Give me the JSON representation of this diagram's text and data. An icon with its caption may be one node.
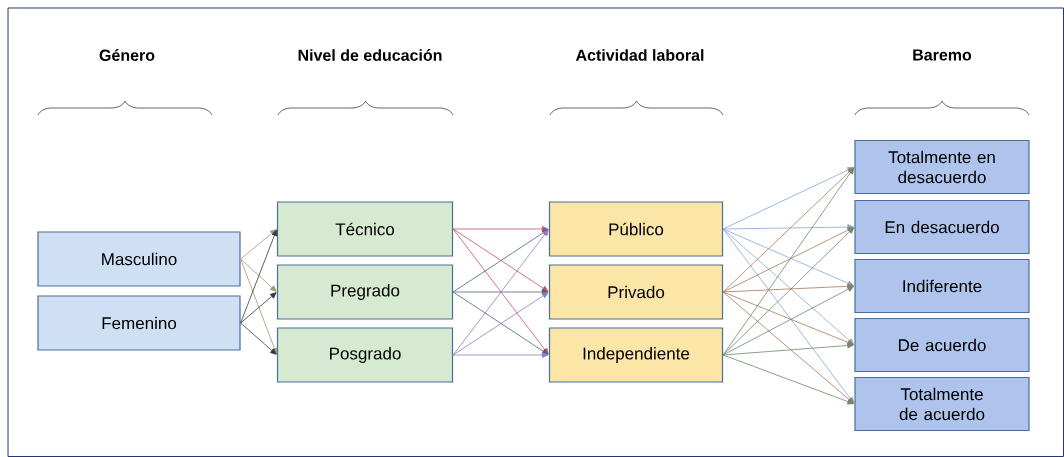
{
  "diagram": {
    "nodes": [
      {
        "text": [
          "Masculino"
        ]
      },
      {
        "text": [
          "Femenino"
        ]
      },
      {
        "text": [
          "Técnico"
        ]
      },
      {
        "text": [
          "Pregrado"
        ]
      },
      {
        "text": [
          "Posgrado"
        ]
      },
      {
        "text": [
          "Público"
        ]
      },
      {
        "text": [
          "Privado"
        ]
      },
      {
        "text": [
          "Independiente"
        ]
      },
      {
        "text": [
          "Totalmente en desacuerdo"
        ]
      },
      {
        "text": [
          "En desacuerdo"
        ]
      },
      {
        "text": [
          "Indiferente"
        ]
      },
      {
        "text": [
          "De acuerdo"
        ]
      },
      {
        "text": [
          "Totalmente de acuerdo"
        ]
      }
    ],
    "edges": [
      {
        "from": 0,
        "to": 2,
        "arrow": "to",
        "color": "#a09a6a"
      },
      {
        "from": 0,
        "to": 3,
        "arrow": "to",
        "color": "#a09a6a"
      },
      {
        "from": 0,
        "to": 4,
        "arrow": "to",
        "color": "#a09a6a"
      },
      {
        "from": 1,
        "to": 2,
        "arrow": "to",
        "color": "#34384a"
      },
      {
        "from": 1,
        "to": 3,
        "arrow": "to",
        "color": "#34384a"
      },
      {
        "from": 1,
        "to": 4,
        "arrow": "to",
        "color": "#34384a"
      },
      {
        "from": 2,
        "to": 5,
        "arrow": "to",
        "color": "#c8506a"
      },
      {
        "from": 2,
        "to": 6,
        "arrow": "to",
        "color": "#c8506a"
      },
      {
        "from": 2,
        "to": 7,
        "arrow": "to",
        "color": "#c8506a"
      },
      {
        "from": 3,
        "to": 5,
        "arrow": "to",
        "color": "#4a6288"
      },
      {
        "from": 3,
        "to": 6,
        "arrow": "to",
        "color": "#4a6288"
      },
      {
        "from": 3,
        "to": 7,
        "arrow": "to",
        "color": "#4a6288"
      },
      {
        "from": 4,
        "to": 5,
        "arrow": "to",
        "color": "#9478c8"
      },
      {
        "from": 4,
        "to": 6,
        "arrow": "to",
        "color": "#9478c8"
      },
      {
        "from": 4,
        "to": 7,
        "arrow": "to",
        "color": "#9478c8"
      },
      {
        "from": 5,
        "to": 8,
        "arrow": "to",
        "color": "#80a8d8"
      },
      {
        "from": 5,
        "to": 9,
        "arrow": "to",
        "color": "#80a8d8"
      },
      {
        "from": 5,
        "to": 10,
        "arrow": "to",
        "color": "#80a8d8"
      },
      {
        "from": 5,
        "to": 11,
        "arrow": "to",
        "color": "#80a8d8"
      },
      {
        "from": 5,
        "to": 12,
        "arrow": "to",
        "color": "#80a8d8"
      },
      {
        "from": 6,
        "to": 8,
        "arrow": "to",
        "color": "#a87858"
      },
      {
        "from": 6,
        "to": 9,
        "arrow": "to",
        "color": "#a87858"
      },
      {
        "from": 6,
        "to": 10,
        "arrow": "to",
        "color": "#a87858"
      },
      {
        "from": 6,
        "to": 11,
        "arrow": "to",
        "color": "#a87858"
      },
      {
        "from": 6,
        "to": 12,
        "arrow": "to",
        "color": "#a87858"
      },
      {
        "from": 7,
        "to": 8,
        "arrow": "to",
        "color": "#6a8a6a"
      },
      {
        "from": 7,
        "to": 9,
        "arrow": "to",
        "color": "#6a8a6a"
      },
      {
        "from": 7,
        "to": 10,
        "arrow": "to",
        "color": "#6a8a6a"
      },
      {
        "from": 7,
        "to": 11,
        "arrow": "to",
        "color": "#6a8a6a"
      },
      {
        "from": 7,
        "to": 12,
        "arrow": "to",
        "color": "#6a8a6a"
      }
    ],
    "labels": [
      "Género",
      "Nivel de educación",
      "Actividad laboral",
      "Baremo"
    ]
  }
}
